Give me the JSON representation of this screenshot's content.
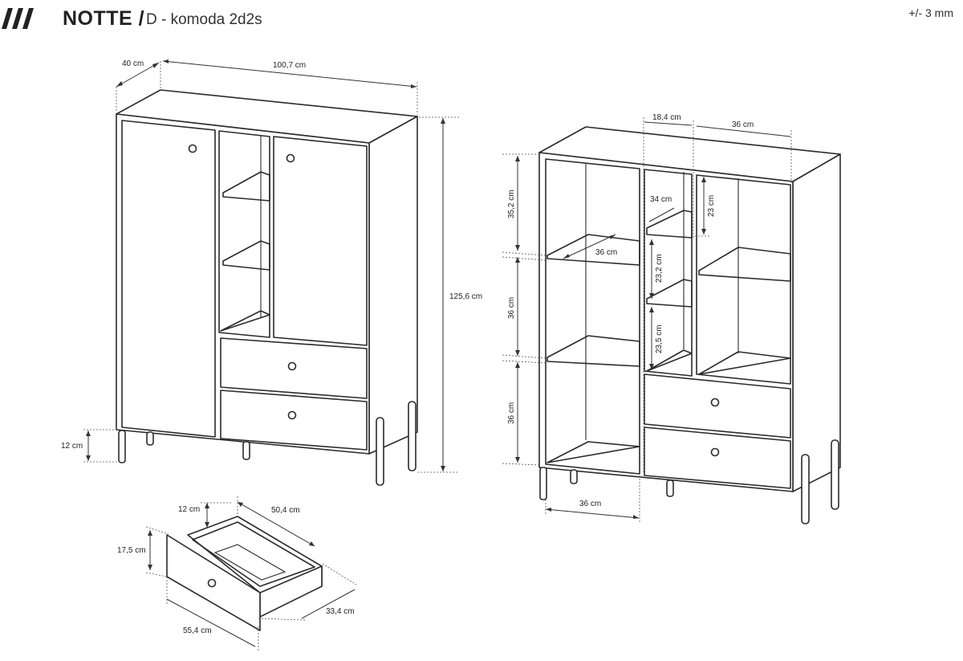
{
  "header": {
    "brand": "NOTTE /",
    "product": "D - komoda 2d2s",
    "tolerance": "+/- 3 mm"
  },
  "dimensions": {
    "depth": "40 cm",
    "width": "100,7 cm",
    "height": "125,6 cm",
    "legs": "12 cm",
    "compartment_width_top": "18,4 cm",
    "section_width_top": "36 cm",
    "shelf_section_height_1": "35,2 cm",
    "shelf_section_height_2": "36 cm",
    "shelf_section_height_3": "36 cm",
    "shelf_width": "36 cm",
    "small_shelf_width": "34 cm",
    "small_section_23": "23 cm",
    "small_section_232": "23,2 cm",
    "small_section_235": "23,5 cm",
    "bottom_section_width": "36 cm",
    "drawer_top": "12 cm",
    "drawer_depth": "50,4 cm",
    "drawer_height": "17,5 cm",
    "drawer_inner": "33,4 cm",
    "drawer_width": "55,4 cm"
  },
  "colors": {
    "line": "#2b2b2b",
    "background": "#ffffff"
  }
}
